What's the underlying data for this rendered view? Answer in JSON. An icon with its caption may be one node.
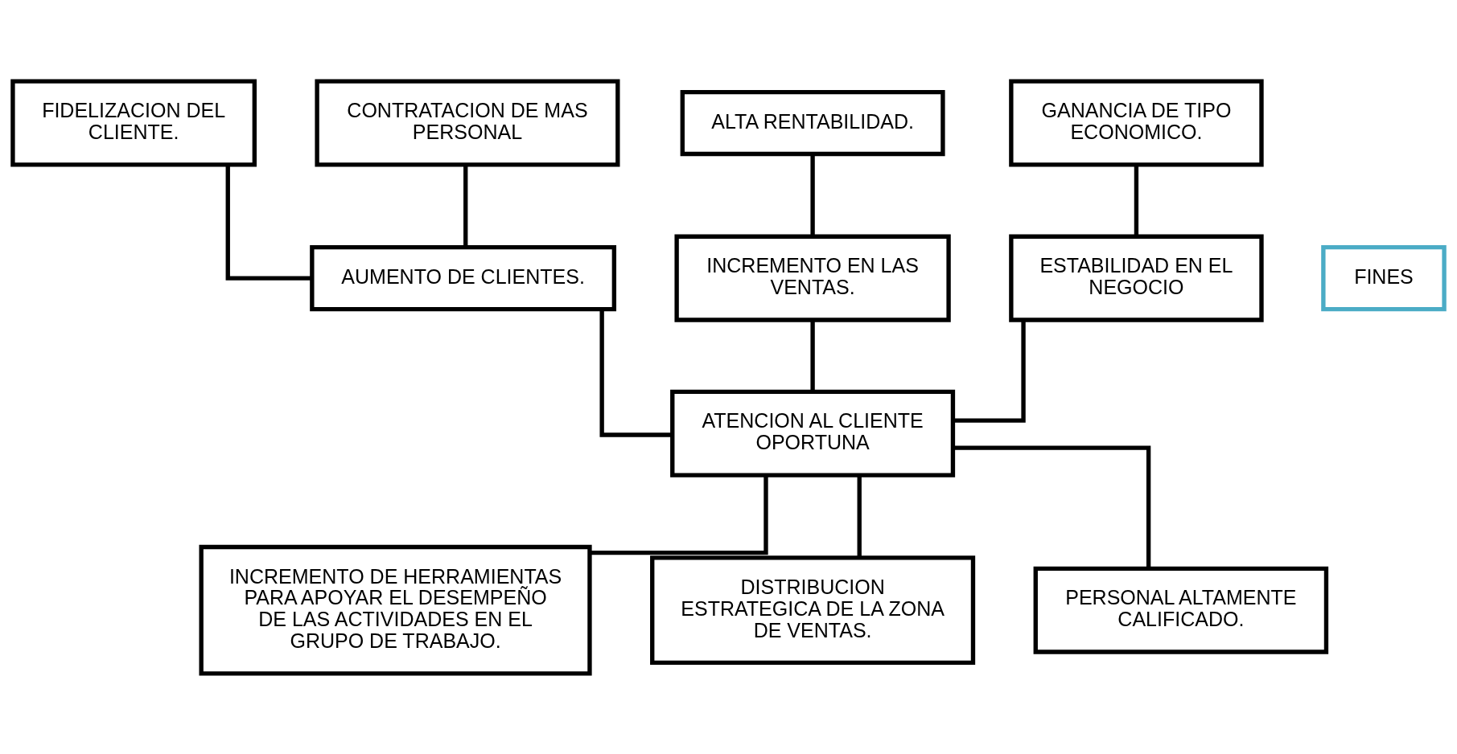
{
  "diagram": {
    "nodes": [
      {
        "text": [
          "FIDELIZACION DEL CLIENTE."
        ]
      },
      {
        "text": [
          "CONTRATACION DE MAS PERSONAL"
        ]
      },
      {
        "text": [
          "ALTA RENTABILIDAD."
        ]
      },
      {
        "text": [
          "GANANCIA DE TIPO ECONOMICO."
        ]
      },
      {
        "text": [
          "AUMENTO DE CLIENTES."
        ]
      },
      {
        "text": [
          "INCREMENTO EN LAS VENTAS."
        ]
      },
      {
        "text": [
          "ESTABILIDAD EN EL NEGOCIO"
        ]
      },
      {
        "text": [
          "FINES"
        ]
      },
      {
        "text": [
          "ATENCION AL CLIENTE OPORTUNA"
        ]
      },
      {
        "text": [
          "INCREMENTO DE HERRAMIENTAS PARA APOYAR EL DESEMPEÑO DE LAS ACTIVIDADES EN EL GRUPO DE TRABAJO."
        ]
      },
      {
        "text": [
          "DISTRIBUCION ESTRATEGICA DE LA ZONA DE VENTAS."
        ]
      },
      {
        "text": [
          "PERSONAL ALTAMENTE CALIFICADO."
        ]
      }
    ],
    "edges": [
      {
        "from": 0,
        "to": 4,
        "arrow": "none"
      },
      {
        "from": 1,
        "to": 4,
        "arrow": "none"
      },
      {
        "from": 2,
        "to": 5,
        "arrow": "none"
      },
      {
        "from": 3,
        "to": 6,
        "arrow": "none"
      },
      {
        "from": 4,
        "to": 8,
        "arrow": "none"
      },
      {
        "from": 5,
        "to": 8,
        "arrow": "none"
      },
      {
        "from": 6,
        "to": 8,
        "arrow": "none"
      },
      {
        "from": 8,
        "to": 9,
        "arrow": "none"
      },
      {
        "from": 8,
        "to": 10,
        "arrow": "none"
      },
      {
        "from": 8,
        "to": 11,
        "arrow": "none"
      }
    ]
  }
}
